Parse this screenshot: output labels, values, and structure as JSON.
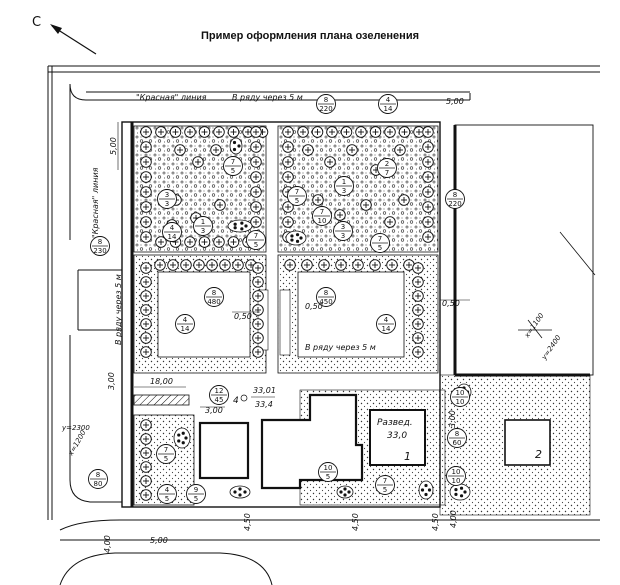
{
  "title": "Пример оформления плана озеленения",
  "north_mark": "С",
  "labels": {
    "red_line_top": "\"Красная\" линия",
    "red_line_left": "\"Красная\" линия",
    "row_5m_top": "В ряду через 5 м",
    "row_5m_left": "В ряду через 5 м",
    "row_5m_mid": "В ряду через 5 м",
    "building_1": "1",
    "building_2": "2",
    "razved_title": "Развед.",
    "razved_sub": "33,0",
    "elev_top": "33,01",
    "elev_bottom": "33,4",
    "elev_prefix": "4",
    "coord_x": "x=1100",
    "coord_y": "y=2400",
    "coord_x2": "x=1200",
    "coord_y2": "y=2300"
  },
  "dimensions": [
    "5,00",
    "5,00",
    "0,50",
    "0,50",
    "0,50",
    "18,00",
    "3,00",
    "3,00",
    "3,00",
    "4,50",
    "4,50",
    "4,50",
    "4,00",
    "4,00",
    "5,00"
  ],
  "callouts": [
    {
      "top": "8",
      "bottom": "220"
    },
    {
      "top": "4",
      "bottom": "14"
    },
    {
      "top": "7",
      "bottom": "5"
    },
    {
      "top": "2",
      "bottom": "7"
    },
    {
      "top": "7",
      "bottom": "5"
    },
    {
      "top": "3",
      "bottom": "3"
    },
    {
      "top": "1",
      "bottom": "3"
    },
    {
      "top": "7",
      "bottom": "10"
    },
    {
      "top": "1",
      "bottom": "3"
    },
    {
      "top": "3",
      "bottom": "3"
    },
    {
      "top": "4",
      "bottom": "14"
    },
    {
      "top": "7",
      "bottom": "5"
    },
    {
      "top": "7",
      "bottom": "5"
    },
    {
      "top": "8",
      "bottom": "230"
    },
    {
      "top": "8",
      "bottom": "220"
    },
    {
      "top": "8",
      "bottom": "480"
    },
    {
      "top": "8",
      "bottom": "450"
    },
    {
      "top": "4",
      "bottom": "14"
    },
    {
      "top": "4",
      "bottom": "14"
    },
    {
      "top": "12",
      "bottom": "45"
    },
    {
      "top": "10",
      "bottom": "10"
    },
    {
      "top": "8",
      "bottom": "60"
    },
    {
      "top": "7",
      "bottom": "5"
    },
    {
      "top": "8",
      "bottom": "80"
    },
    {
      "top": "4",
      "bottom": "5"
    },
    {
      "top": "9",
      "bottom": "5"
    },
    {
      "top": "10",
      "bottom": "5"
    },
    {
      "top": "7",
      "bottom": "5"
    },
    {
      "top": "10",
      "bottom": "10"
    }
  ]
}
